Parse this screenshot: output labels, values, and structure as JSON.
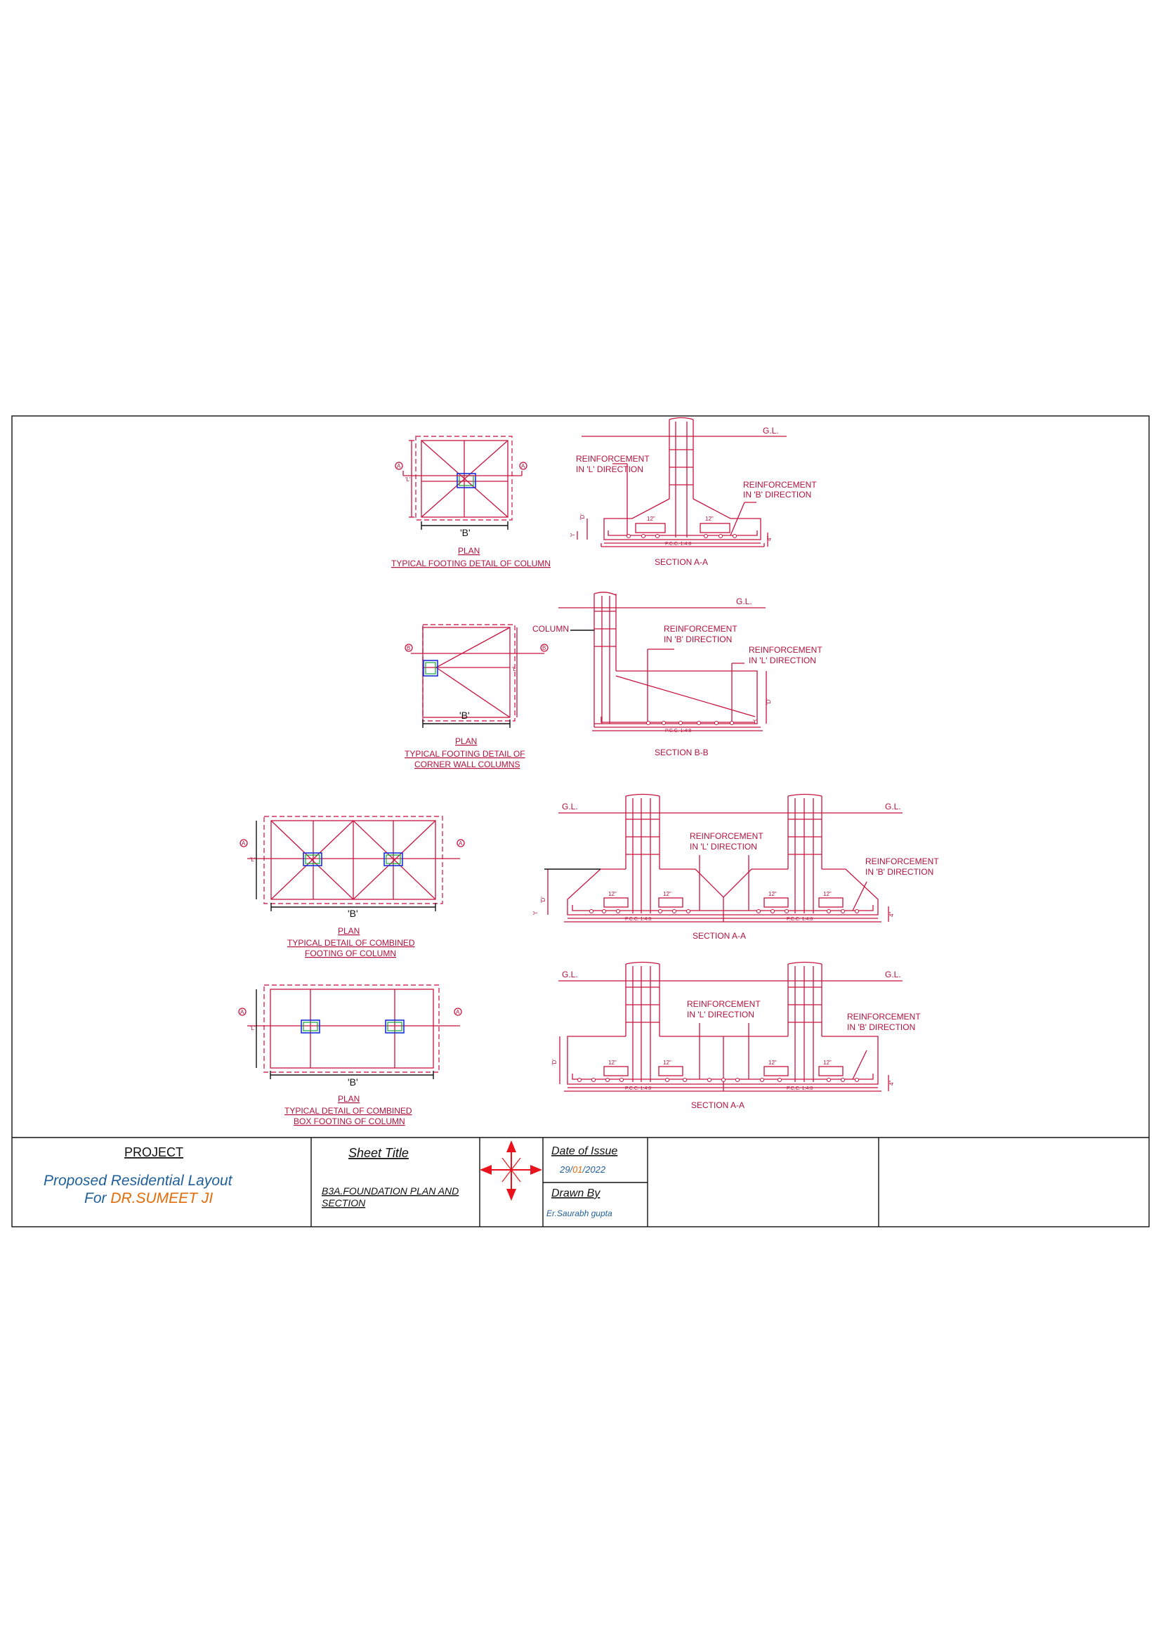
{
  "colors": {
    "drawing": "#c8143f",
    "title_blue": "#1f5f9a",
    "title_orange": "#e36c0a",
    "frame": "#111111",
    "column_outline": "#1a2fd8",
    "column_fill": "#13a838",
    "compass": "#e8131c"
  },
  "detail1": {
    "plan_title": "PLAN",
    "plan_subtitle": "TYPICAL FOOTING DETAIL OF COLUMN",
    "section_title": "SECTION A-A",
    "gl": "G.L.",
    "reinf_l": [
      "REINFORCEMENT",
      "IN 'L' DIRECTION"
    ],
    "reinf_b": [
      "REINFORCEMENT",
      "IN 'B' DIRECTION"
    ],
    "spacing": "12\"",
    "pcc": "P.C.C. 1:4:8",
    "dim_b": "'B'",
    "dim_l": "'L'",
    "dim_d": "'D'",
    "dim_t": "'t'",
    "dim_4": "4\"",
    "cut_a": "A"
  },
  "detail2": {
    "plan_title": "PLAN",
    "plan_subtitle": [
      "TYPICAL FOOTING DETAIL OF",
      "CORNER WALL COLUMNS"
    ],
    "section_title": "SECTION B-B",
    "gl": "G.L.",
    "column": "COLUMN",
    "reinf_b": [
      "REINFORCEMENT",
      "IN 'B' DIRECTION"
    ],
    "reinf_l": [
      "REINFORCEMENT",
      "IN 'L' DIRECTION"
    ],
    "pcc": "P.C.C. 1:4:8",
    "dim_b": "'B'",
    "dim_l": "'L'",
    "dim_d": "'D'",
    "dim_t": "'t'",
    "cut_b": "B"
  },
  "detail3": {
    "plan_title": "PLAN",
    "plan_subtitle": [
      "TYPICAL DETAIL OF COMBINED",
      "FOOTING OF COLUMN"
    ],
    "section_title": "SECTION A-A",
    "gl": "G.L.",
    "reinf_l": [
      "REINFORCEMENT",
      "IN 'L' DIRECTION"
    ],
    "reinf_b": [
      "REINFORCEMENT",
      "IN 'B' DIRECTION"
    ],
    "spacing": "12\"",
    "pcc": "P.C.C. 1:4:8",
    "dim_b": "'B'",
    "dim_l": "'L'",
    "dim_d": "'D'",
    "dim_t": "'t'",
    "dim_4": "4\"",
    "cut_a": "A"
  },
  "detail4": {
    "plan_title": "PLAN",
    "plan_subtitle": [
      "TYPICAL DETAIL OF COMBINED",
      "BOX FOOTING OF COLUMN"
    ],
    "section_title": "SECTION A-A",
    "gl": "G.L.",
    "reinf_l": [
      "REINFORCEMENT",
      "IN 'L' DIRECTION"
    ],
    "reinf_b": [
      "REINFORCEMENT",
      "IN 'B' DIRECTION"
    ],
    "spacing": "12\"",
    "pcc": "P.C.C. 1:4:8",
    "dim_b": "'B'",
    "dim_l": "'L'",
    "dim_d": "'D'",
    "dim_4": "4\"",
    "cut_a": "A"
  },
  "title_block": {
    "project_label": "PROJECT",
    "project_line1": "Proposed  Residential Layout",
    "project_line2_prefix": "For ",
    "project_line2_client": "DR.SUMEET JI",
    "sheet_title_label": "Sheet Title",
    "sheet_title": [
      "B3A.FOUNDATION PLAN AND",
      "SECTION"
    ],
    "date_label": "Date of Issue",
    "date_day": "29/",
    "date_month": "01",
    "date_year": "/2022",
    "drawn_label": "Drawn By",
    "drawn_value": "Er.Saurabh gupta"
  }
}
